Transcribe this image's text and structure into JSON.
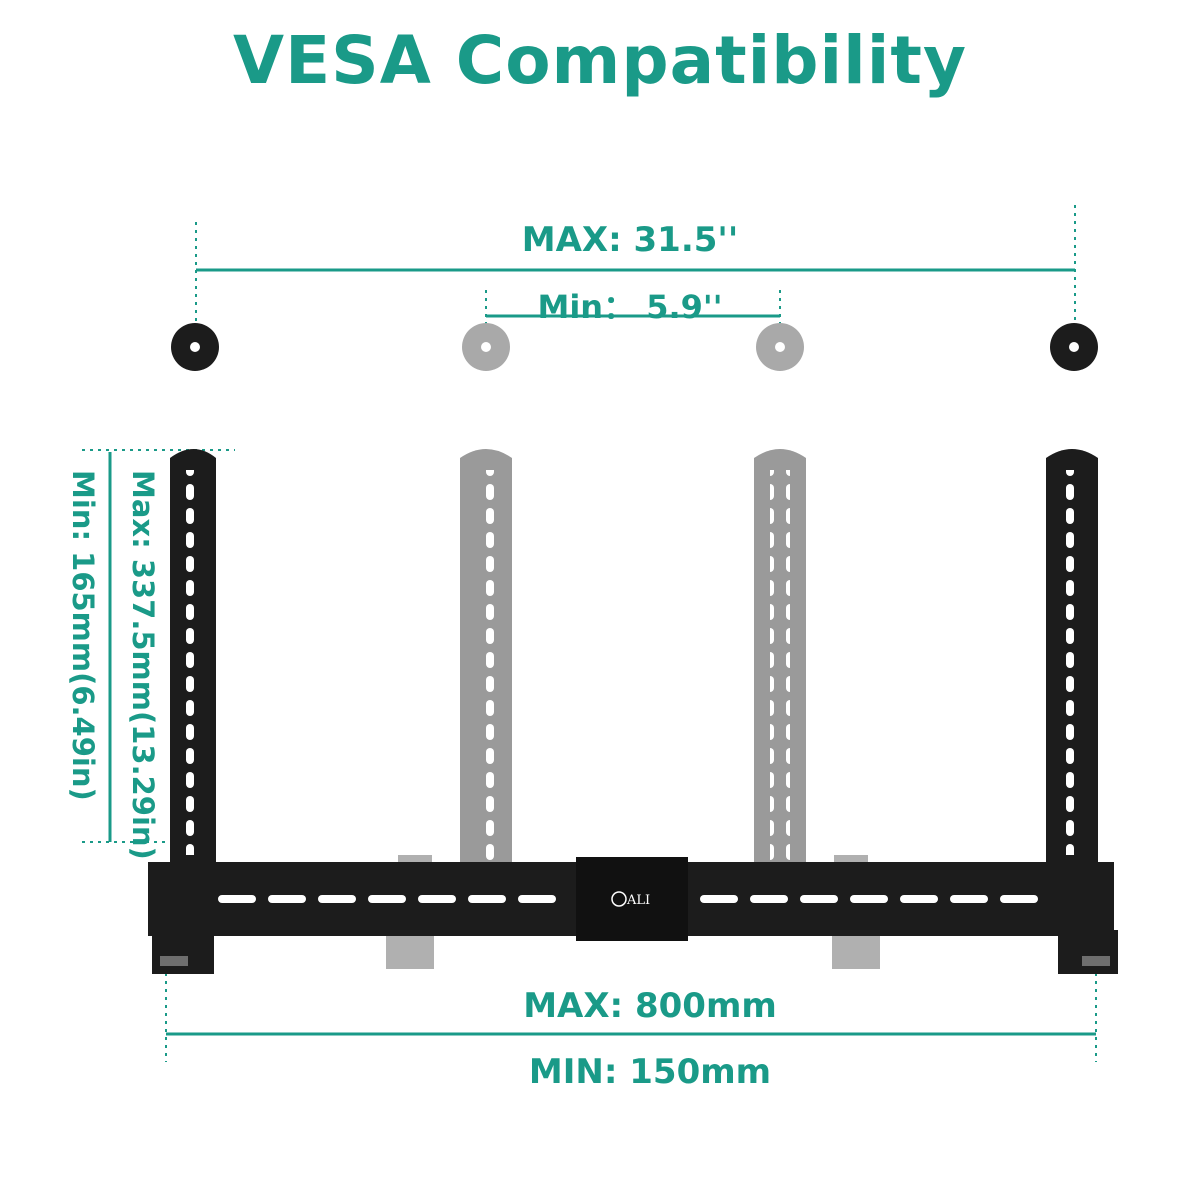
{
  "title": "VESA Compatibility",
  "dimensions": {
    "top_max": "MAX: 31.5''",
    "top_min": "Min： 5.9''",
    "bottom_max": "MAX: 800mm",
    "bottom_min": "MIN: 150mm",
    "vertical_max": "Max: 337.5mm(13.29in)",
    "vertical_min": "Min: 165mm(6.49in)"
  },
  "logo_text": "ALI",
  "colors": {
    "accent": "#1a9a88",
    "bracket_black": "#1c1c1c",
    "bracket_gray": "#9a9a9a"
  }
}
